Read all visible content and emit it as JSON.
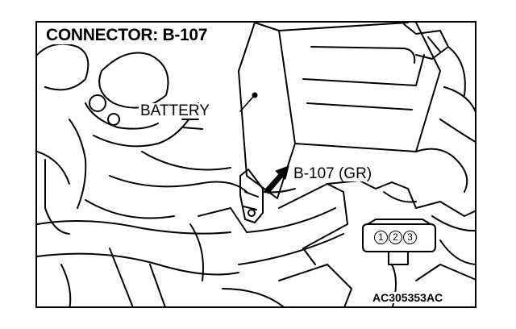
{
  "diagram": {
    "title": "CONNECTOR: B-107",
    "battery_label": "BATTERY",
    "connector_label": "B-107 (GR)",
    "pins": [
      "1",
      "2",
      "3"
    ],
    "figure_id": "AC305353AC"
  },
  "colors": {
    "line": "#000000",
    "background": "#ffffff"
  },
  "icons": {
    "pointer": "arrow-icon"
  }
}
